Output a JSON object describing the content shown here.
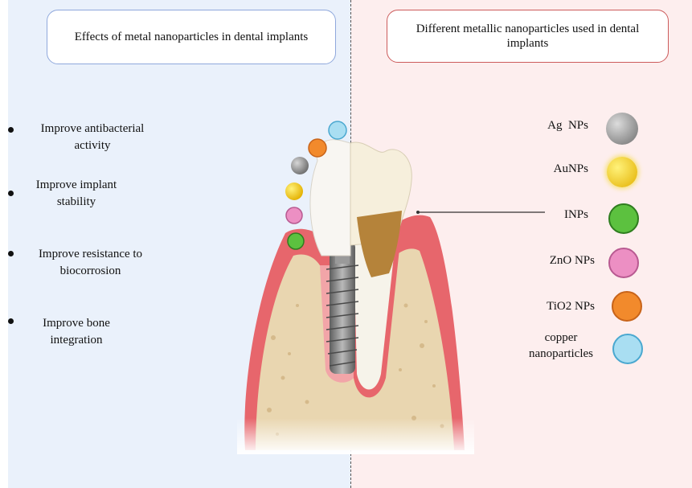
{
  "left_panel": {
    "title": "Effects of metal nanoparticles in dental implants",
    "effects": [
      {
        "line1": "Improve antibacterial",
        "line2": "activity"
      },
      {
        "line1": "Improve implant",
        "line2": "stability"
      },
      {
        "line1": "Improve resistance to",
        "line2": "biocorrosion"
      },
      {
        "line1": "Improve bone",
        "line2": "integration"
      }
    ]
  },
  "right_panel": {
    "title": "Different metallic nanoparticles used in dental implants",
    "nanoparticles": [
      {
        "label": "Ag  NPs",
        "color": "#8a8a8a"
      },
      {
        "label": "AuNPs",
        "color": "#f2c80f"
      },
      {
        "label": "INPs",
        "color": "#5cc13f"
      },
      {
        "label": "ZnO NPs",
        "color": "#ec8fc3"
      },
      {
        "label": "TiO2 NPs",
        "color": "#f28a2c"
      },
      {
        "label": "copper nanoparticles",
        "label_line1": "copper",
        "label_line2": "nanoparticles",
        "color": "#a9def2"
      }
    ]
  },
  "colors": {
    "left_bg": "#eaf1fb",
    "right_bg": "#fdeeee",
    "gum": "#e7666c",
    "bone": "#e9d6b0",
    "enamel": "#f6f3ea",
    "implant": "#7d7d7d"
  }
}
